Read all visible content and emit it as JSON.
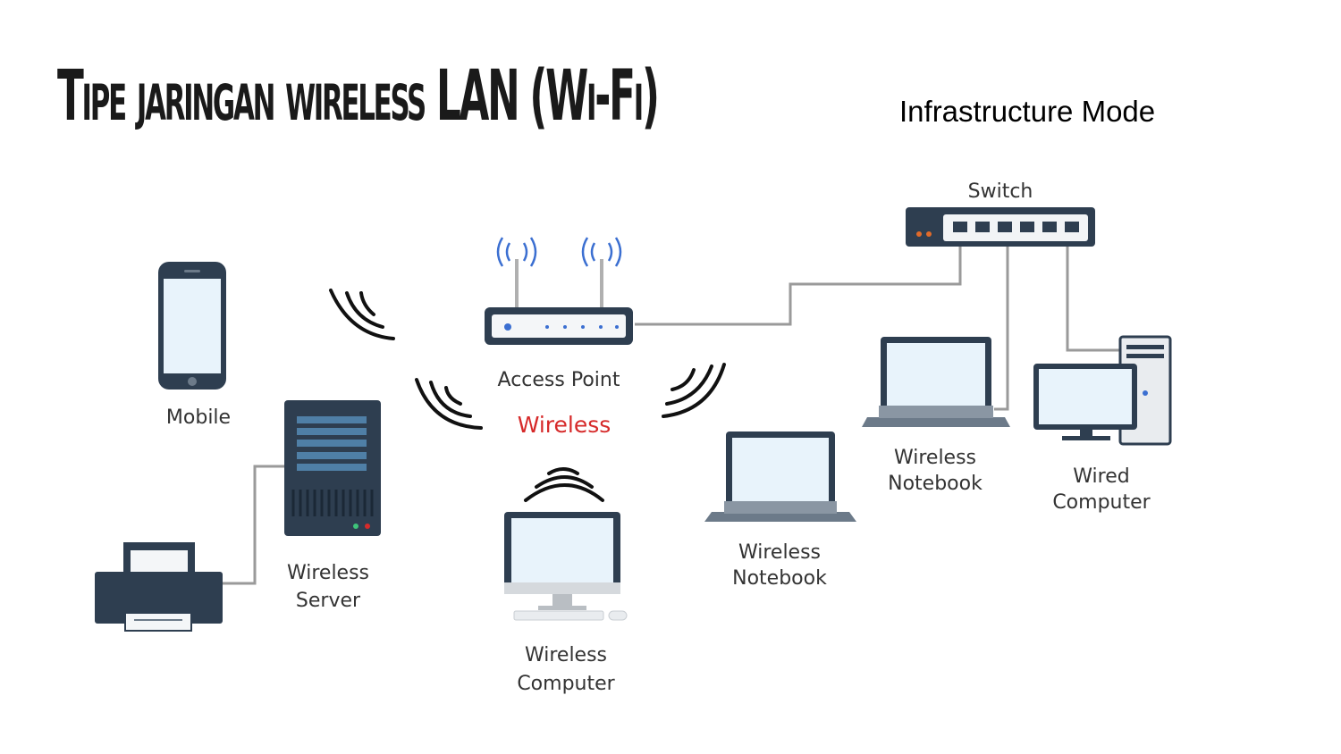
{
  "slide": {
    "title": "Tipe jaringan wireless LAN (Wi-Fi)",
    "subtitle": "Infrastructure Mode"
  },
  "diagram": {
    "labels": {
      "switch": "Switch",
      "access_point": "Access Point",
      "wireless": "Wireless",
      "mobile": "Mobile",
      "server_l1": "Wireless",
      "server_l2": "Server",
      "computer_l1": "Wireless",
      "computer_l2": "Computer",
      "notebook1_l1": "Wireless",
      "notebook1_l2": "Notebook",
      "notebook2_l1": "Wireless",
      "notebook2_l2": "Notebook",
      "wired_l1": "Wired",
      "wired_l2": "Computer"
    },
    "colors": {
      "device_dark": "#2e3e50",
      "screen": "#e8f3fb",
      "accent_red": "#d62a2a",
      "antenna_blue": "#3b6fd1",
      "cable": "#9a9a9a"
    }
  }
}
